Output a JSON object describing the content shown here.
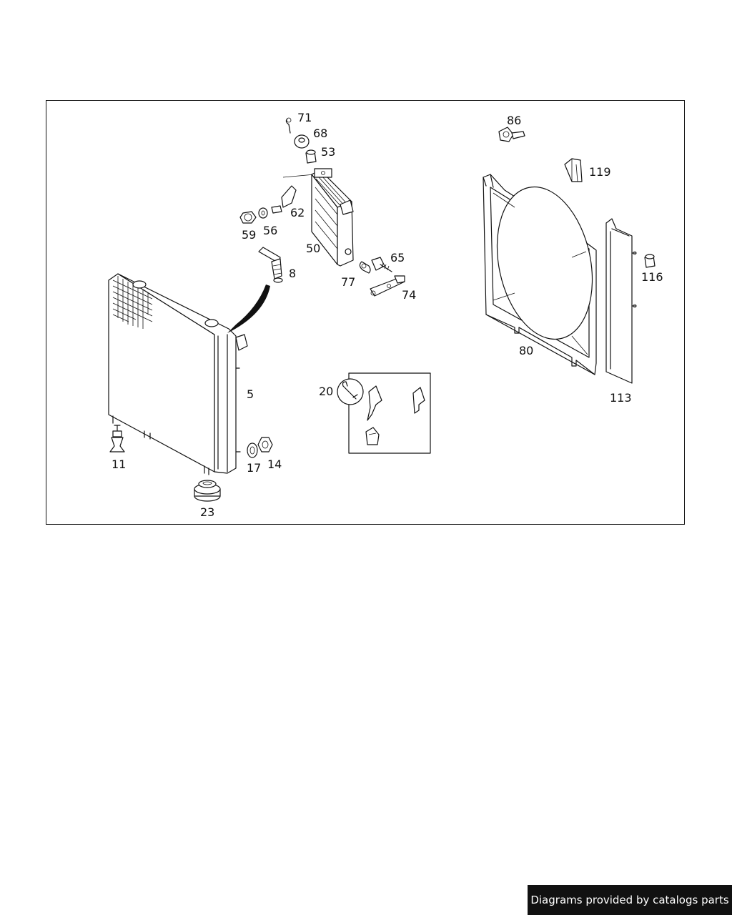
{
  "labels": {
    "p71": "71",
    "p68": "68",
    "p53": "53",
    "p62": "62",
    "p59": "59",
    "p56": "56",
    "p50": "50",
    "p8": "8",
    "p77": "77",
    "p65": "65",
    "p74": "74",
    "p86": "86",
    "p119": "119",
    "p116": "116",
    "p80": "80",
    "p113": "113",
    "p5": "5",
    "p20": "20",
    "p11": "11",
    "p17": "17",
    "p14": "14",
    "p23": "23"
  },
  "footer": {
    "text": "Diagrams provided by catalogs parts"
  },
  "colors": {
    "line": "#111111",
    "background": "#ffffff",
    "badge": "#111111"
  }
}
